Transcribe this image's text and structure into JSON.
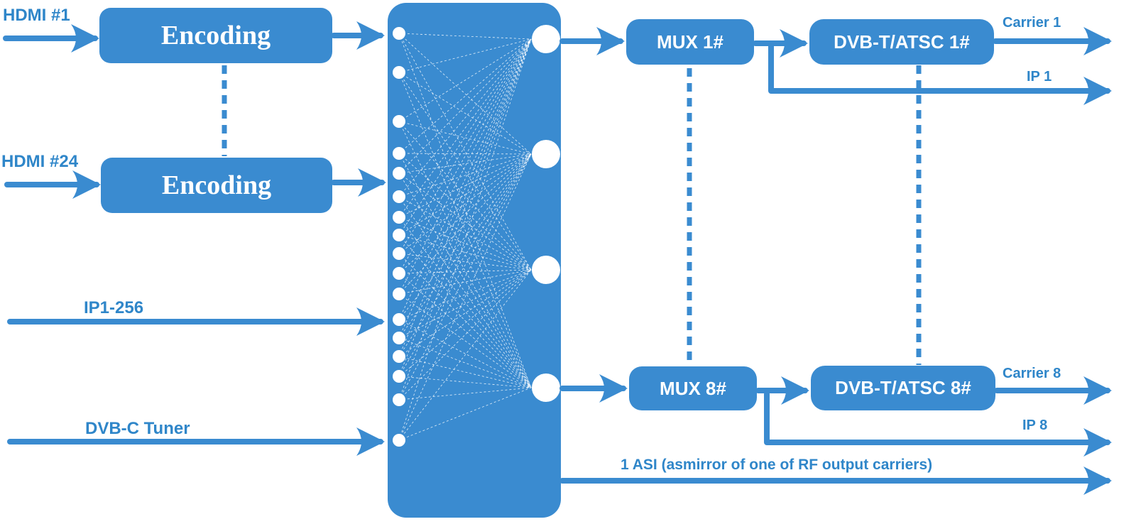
{
  "colors": {
    "primary": "#3a8bd0",
    "label": "#2f86c9",
    "line": "#3a8bd0",
    "white": "#ffffff"
  },
  "inputs": {
    "hdmi_first": "HDMI #1",
    "hdmi_last": "HDMI #24",
    "ip": "IP1-256",
    "tuner": "DVB-C Tuner"
  },
  "encoders": {
    "first": "Encoding",
    "last": "Encoding"
  },
  "muxes": {
    "first": "MUX 1#",
    "last": "MUX 8#"
  },
  "modulators": {
    "first": "DVB-T/ATSC 1#",
    "last": "DVB-T/ATSC 8#"
  },
  "outputs": {
    "carrier_first": "Carrier 1",
    "ip_first": "IP 1",
    "carrier_last": "Carrier 8",
    "ip_last": "IP 8",
    "asi": "1 ASI (asmirror of one of RF output carriers)"
  }
}
